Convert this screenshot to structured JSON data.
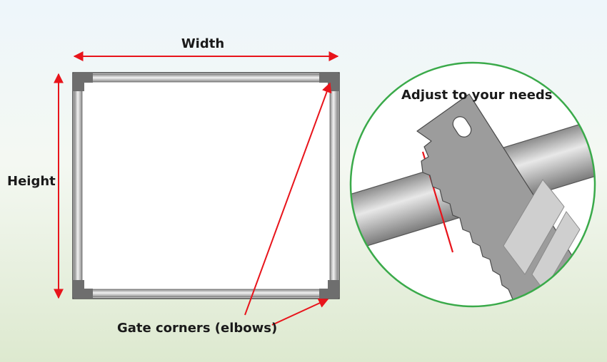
{
  "labels": {
    "width": "Width",
    "height": "Height",
    "corners": "Gate corners (elbows)",
    "adjust": "Adjust to your needs"
  },
  "colors": {
    "arrow": "#e8141b",
    "circle_border": "#3aaa4a",
    "corner_fitting": "#6e6e6e",
    "blade": "#9c9c9c",
    "pipe": "#b9b9b9"
  },
  "icons": {
    "saw": "hand-saw-blade",
    "pipe": "pvc-pipe",
    "corner": "elbow-fitting"
  }
}
